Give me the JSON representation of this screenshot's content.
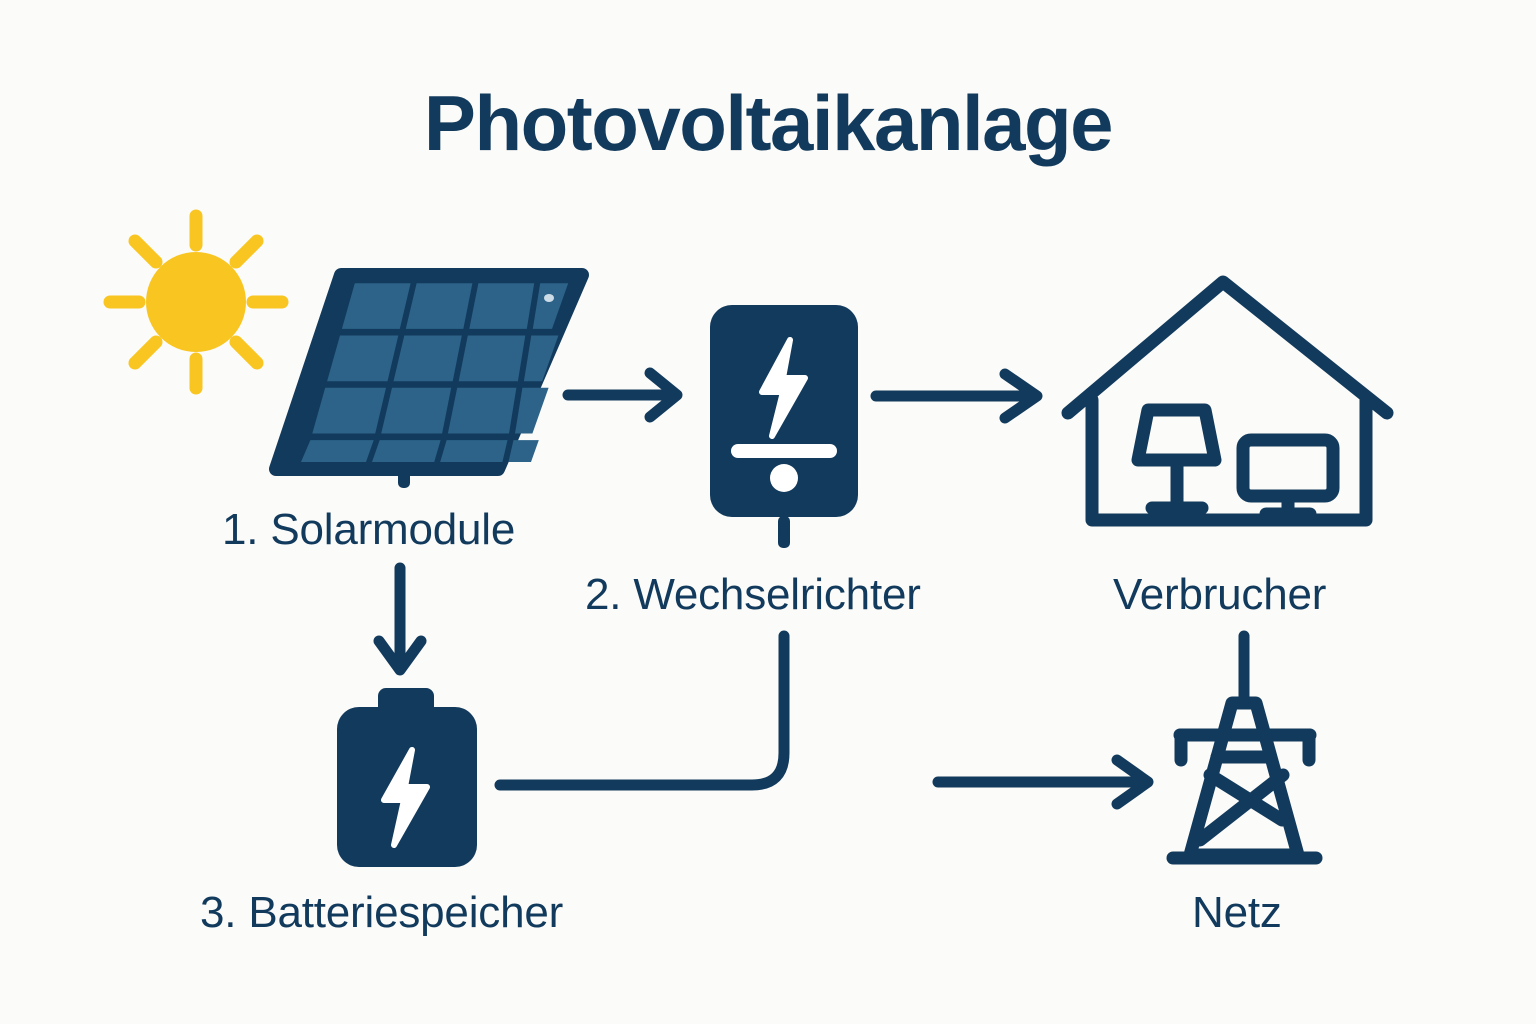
{
  "title": "Photovoltaikanlage",
  "colors": {
    "background": "#fbfbf9",
    "ink": "#123a5c",
    "panel_cell": "#2d6389",
    "sun": "#f9c521",
    "white": "#ffffff"
  },
  "nodes": [
    {
      "id": "sun",
      "icon": "sun-icon",
      "label": ""
    },
    {
      "id": "solar",
      "icon": "solar-panel-icon",
      "label": "1. Solarmodule"
    },
    {
      "id": "inverter",
      "icon": "inverter-icon",
      "label": "2. Wechselrichter"
    },
    {
      "id": "battery",
      "icon": "battery-icon",
      "label": "3. Batteriespeicher"
    },
    {
      "id": "consumer",
      "icon": "house-icon",
      "label": "Verbrucher"
    },
    {
      "id": "grid",
      "icon": "power-pylon-icon",
      "label": "Netz"
    }
  ],
  "labels": {
    "solar": "1. Solarmodule",
    "inverter": "2. Wechselrichter",
    "battery": "3. Batteriespeicher",
    "consumer": "Verbrucher",
    "grid": "Netz"
  },
  "connections": [
    {
      "id": "solar-to-inverter",
      "from": "solar",
      "to": "inverter",
      "style": "arrow",
      "direction": "right"
    },
    {
      "id": "inverter-to-house",
      "from": "inverter",
      "to": "consumer",
      "style": "arrow",
      "direction": "right"
    },
    {
      "id": "solar-to-battery",
      "from": "solar",
      "to": "battery",
      "style": "arrow",
      "direction": "down"
    },
    {
      "id": "battery-to-inverter",
      "from": "battery",
      "to": "inverter",
      "style": "line",
      "direction": "elbow"
    },
    {
      "id": "house-to-grid",
      "from": "consumer",
      "to": "grid",
      "style": "line",
      "direction": "down"
    },
    {
      "id": "to-grid-arrow",
      "from": "house",
      "to": "grid",
      "style": "arrow",
      "direction": "right"
    }
  ]
}
